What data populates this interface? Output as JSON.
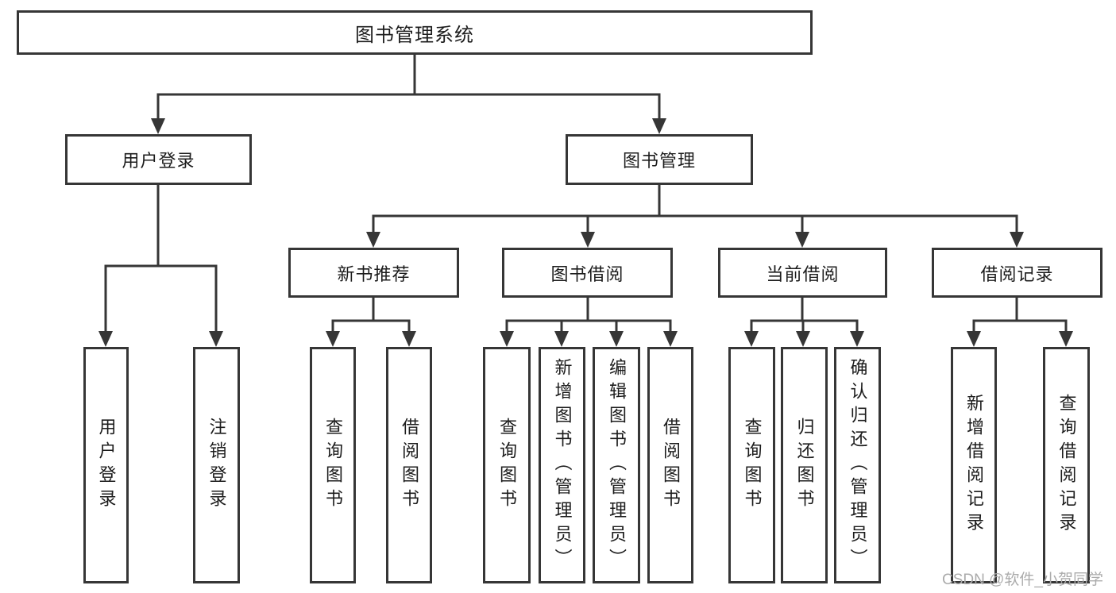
{
  "diagram": {
    "root": "图书管理系统",
    "branches": [
      {
        "label": "用户登录",
        "children": [
          {
            "label": "用户登录"
          },
          {
            "label": "注销登录"
          }
        ]
      },
      {
        "label": "图书管理",
        "children": [
          {
            "label": "新书推荐",
            "children": [
              {
                "label": "查询图书"
              },
              {
                "label": "借阅图书"
              }
            ]
          },
          {
            "label": "图书借阅",
            "children": [
              {
                "label": "查询图书"
              },
              {
                "label": "新增图书（管理员）"
              },
              {
                "label": "编辑图书（管理员）"
              },
              {
                "label": "借阅图书"
              }
            ]
          },
          {
            "label": "当前借阅",
            "children": [
              {
                "label": "查询图书"
              },
              {
                "label": "归还图书"
              },
              {
                "label": "确认归还（管理员）"
              }
            ]
          },
          {
            "label": "借阅记录",
            "children": [
              {
                "label": "新增借阅记录"
              },
              {
                "label": "查询借阅记录"
              }
            ]
          }
        ]
      }
    ]
  },
  "watermark": {
    "text": "CSDN @软件_小贺同学"
  },
  "colors": {
    "line": "#363636",
    "text": "#1c1c1c",
    "background": "#ffffff",
    "watermark": "#ababab"
  }
}
